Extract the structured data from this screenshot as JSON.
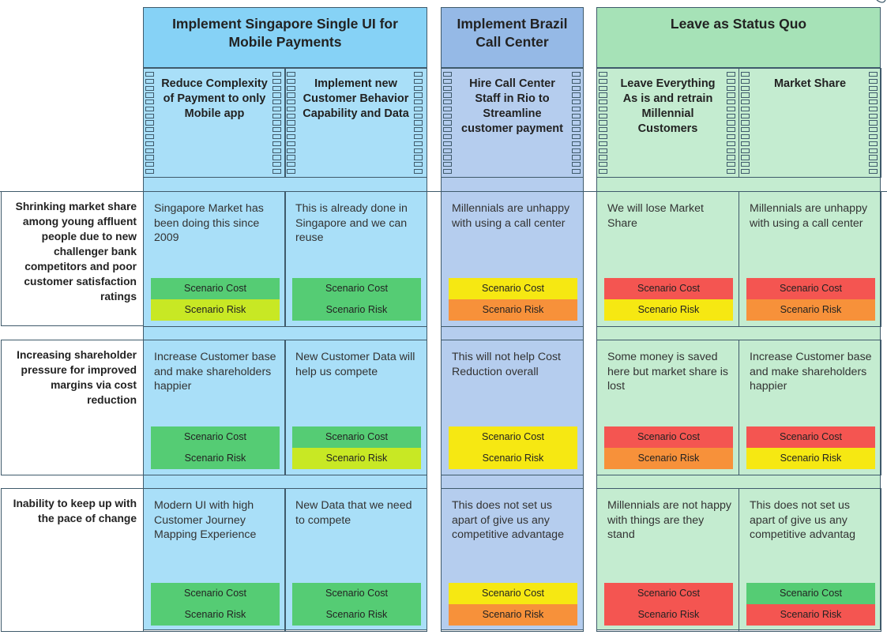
{
  "palette": {
    "blue_light": "#a9dff8",
    "blue_header": "#86d2f6",
    "periwinkle_light": "#b5cdee",
    "periwinkle_header": "#95b9e6",
    "green_light": "#c4ecd0",
    "green_header": "#a6e2b7",
    "green": "#55cc74",
    "lime": "#c8e824",
    "yellow": "#f6e812",
    "orange": "#f7913a",
    "red": "#f45551",
    "border": "#3f5a6b"
  },
  "columns": [
    {
      "title": "Implement Singapore Single UI for Mobile Payments"
    },
    {
      "title": "Implement Brazil Call Center"
    },
    {
      "title": "Leave as Status Quo"
    }
  ],
  "scenarios": [
    {
      "title": "Reduce Complexity of Payment to only Mobile app"
    },
    {
      "title": "Implement new Customer Behavior Capability and Data"
    },
    {
      "title": "Hire Call Center Staff in Rio to Streamline customer payment"
    },
    {
      "title": "Leave Everything As is and retrain Millennial Customers"
    },
    {
      "title": "Market  Share"
    }
  ],
  "rows": [
    {
      "label": "Shrinking market share among young affluent people due to new challenger bank competitors and poor customer satisfaction ratings"
    },
    {
      "label": "Increasing shareholder pressure for improved margins via cost reduction"
    },
    {
      "label": "Inability to keep up with the pace of change"
    }
  ],
  "badge_labels": {
    "cost": "Scenario Cost",
    "risk": "Scenario Risk"
  },
  "cells": [
    [
      {
        "text": "Singapore Market has been doing this since 2009",
        "cost": "green",
        "risk": "lime"
      },
      {
        "text": "This is already done in Singapore and we can reuse",
        "cost": "green",
        "risk": "green"
      },
      {
        "text": "Millennials are unhappy with using a call center",
        "cost": "yellow",
        "risk": "orange"
      },
      {
        "text": "We will lose Market Share",
        "cost": "red",
        "risk": "yellow"
      },
      {
        "text": "Millennials are unhappy with using a call center",
        "cost": "red",
        "risk": "orange"
      }
    ],
    [
      {
        "text": "Increase Customer base and make shareholders happier",
        "cost": "green",
        "risk": "green"
      },
      {
        "text": "New Customer Data will help us compete",
        "cost": "green",
        "risk": "lime"
      },
      {
        "text": "This will not help Cost Reduction overall",
        "cost": "yellow",
        "risk": "yellow"
      },
      {
        "text": "Some money is saved here but market share is lost",
        "cost": "red",
        "risk": "orange"
      },
      {
        "text": "Increase Customer base and make shareholders happier",
        "cost": "red",
        "risk": "yellow"
      }
    ],
    [
      {
        "text": "Modern UI with high Customer Journey Mapping Experience",
        "cost": "green",
        "risk": "green"
      },
      {
        "text": "New Data that we need to compete",
        "cost": "green",
        "risk": "green"
      },
      {
        "text": "This does not set us apart of give us any competitive advantage",
        "cost": "yellow",
        "risk": "orange"
      },
      {
        "text": "Millennials are not happy with things are they stand",
        "cost": "red",
        "risk": "red"
      },
      {
        "text": "This does not set us apart of give us any competitive advantag",
        "cost": "green",
        "risk": "red"
      }
    ]
  ]
}
